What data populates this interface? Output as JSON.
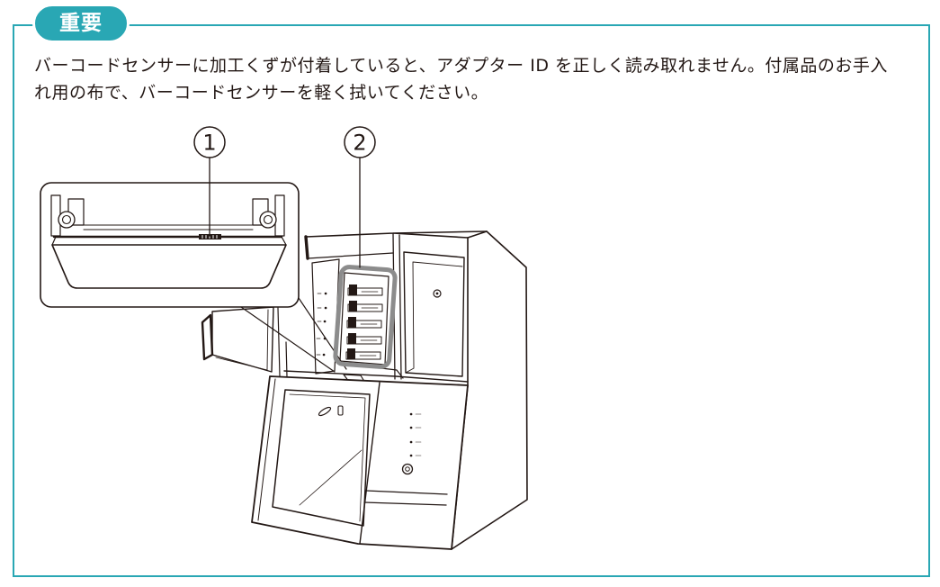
{
  "notice": {
    "badge_label": "重要",
    "lines": [
      "バーコードセンサーに加工くずが付着していると、アダプター ID を正しく読み取れません。付属品のお手入",
      "れ用の布で、バーコードセンサーを軽く拭いてください。"
    ]
  },
  "figure": {
    "callouts": [
      {
        "label": "1"
      },
      {
        "label": "2"
      }
    ]
  },
  "colors": {
    "accent": "#29a7b4",
    "text": "#231815",
    "highlight": "#8c8c8c"
  }
}
